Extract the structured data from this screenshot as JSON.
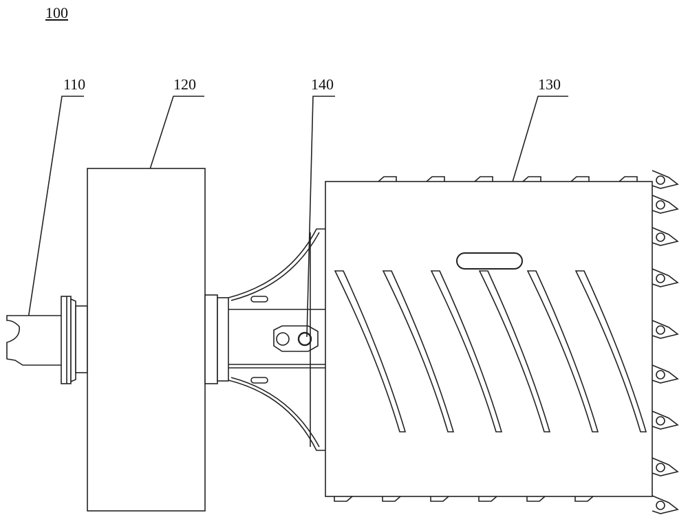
{
  "figure_number": "100",
  "labels": {
    "shaft": "110",
    "disc": "120",
    "drum": "130",
    "connector": "140"
  }
}
